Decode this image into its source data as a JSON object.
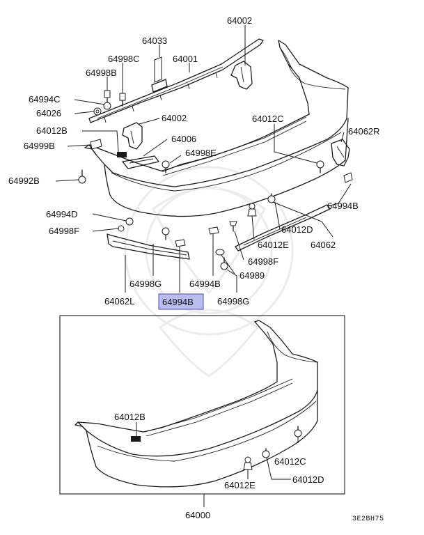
{
  "labels": {
    "l_64002_top": "64002",
    "l_64033": "64033",
    "l_64998C": "64998C",
    "l_64001": "64001",
    "l_64998B": "64998B",
    "l_64994C": "64994C",
    "l_64026": "64026",
    "l_64002_mid": "64002",
    "l_64012B": "64012B",
    "l_64006": "64006",
    "l_64999B": "64999B",
    "l_64998E": "64998E",
    "l_64992B": "64992B",
    "l_64012C": "64012C",
    "l_64062R": "64062R",
    "l_64994B_r": "64994B",
    "l_64994D": "64994D",
    "l_64998F_l": "64998F",
    "l_64012D": "64012D",
    "l_64012E": "64012E",
    "l_64062": "64062",
    "l_64998F_r": "64998F",
    "l_64989": "64989",
    "l_64998G_l": "64998G",
    "l_64994B_m": "64994B",
    "l_64062L": "64062L",
    "l_64994B_hl": "64994B",
    "l_64998G_r": "64998G",
    "i_64012B": "64012B",
    "i_64012C": "64012C",
    "i_64012D": "64012D",
    "i_64012E": "64012E",
    "l_64000": "64000",
    "code": "3E2BH75"
  },
  "colors": {
    "highlight_fill": "#b8bcef",
    "highlight_stroke": "#4a4fa8",
    "line": "#1a1a1a"
  }
}
